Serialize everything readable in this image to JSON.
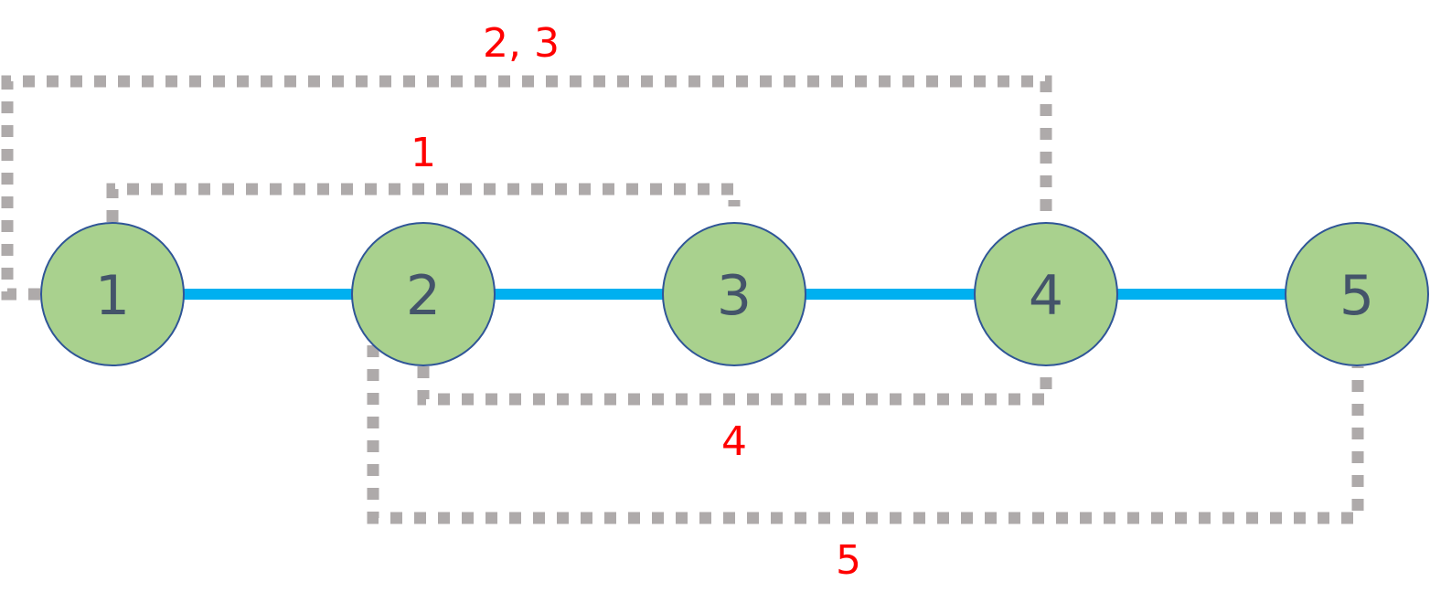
{
  "diagram": {
    "type": "linked-list-with-brackets",
    "colors": {
      "node_fill": "#A9D18E",
      "node_stroke": "#2F5597",
      "node_text": "#44546A",
      "edge": "#00B0F0",
      "bracket": "#AEAAAA",
      "annotation": "#FF0000"
    },
    "nodes": [
      {
        "id": "1",
        "label": "1"
      },
      {
        "id": "2",
        "label": "2"
      },
      {
        "id": "3",
        "label": "3"
      },
      {
        "id": "4",
        "label": "4"
      },
      {
        "id": "5",
        "label": "5"
      }
    ],
    "edges": [
      {
        "from": "1",
        "to": "2"
      },
      {
        "from": "2",
        "to": "3"
      },
      {
        "from": "3",
        "to": "4"
      },
      {
        "from": "4",
        "to": "5"
      }
    ],
    "brackets": [
      {
        "id": "b1",
        "from": "1",
        "to": "3",
        "side": "top",
        "label": "1"
      },
      {
        "id": "b23",
        "from": "1",
        "to": "4",
        "side": "top",
        "label": "2, 3"
      },
      {
        "id": "b4",
        "from": "2",
        "to": "4",
        "side": "bottom",
        "label": "4"
      },
      {
        "id": "b5",
        "from": "2",
        "to": "5",
        "side": "bottom",
        "label": "5"
      }
    ]
  }
}
